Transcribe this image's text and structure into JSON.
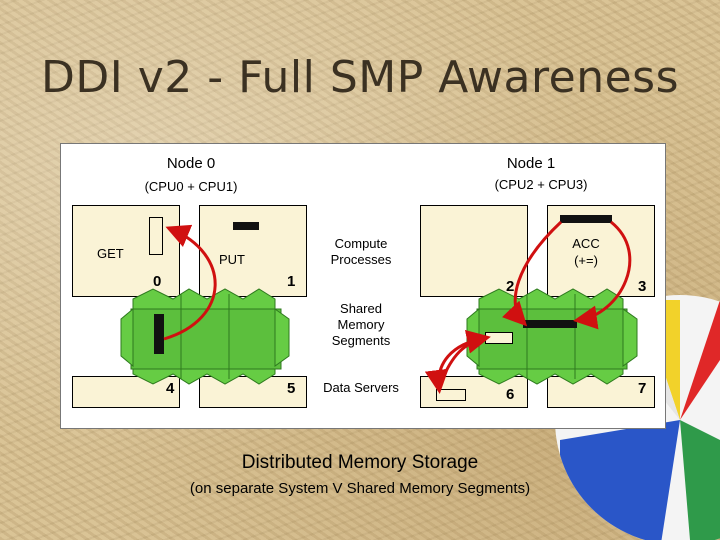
{
  "slide": {
    "title": "DDI v2 - Full SMP Awareness",
    "bottom_line1": "Distributed Memory Storage",
    "bottom_line2": "(on separate System V Shared Memory Segments)"
  },
  "nodes": [
    {
      "label": "Node 0",
      "cpus": "(CPU0 + CPU1)"
    },
    {
      "label": "Node 1",
      "cpus": "(CPU2 + CPU3)"
    }
  ],
  "labels": {
    "get": "GET",
    "put": "PUT",
    "acc": "ACC",
    "acc_op": "(+=)",
    "compute_processes": "Compute Processes",
    "shared_memory_segments": "Shared Memory Segments",
    "data_servers": "Data Servers"
  },
  "process_numbers": [
    "0",
    "1",
    "2",
    "3",
    "4",
    "5",
    "6",
    "7"
  ],
  "colors": {
    "frame_bg": "#ffffff",
    "box_fill": "#faf3d6",
    "shared_memory_green": "#66cc44",
    "arrow_red": "#d01010",
    "bar_black": "#111111"
  }
}
